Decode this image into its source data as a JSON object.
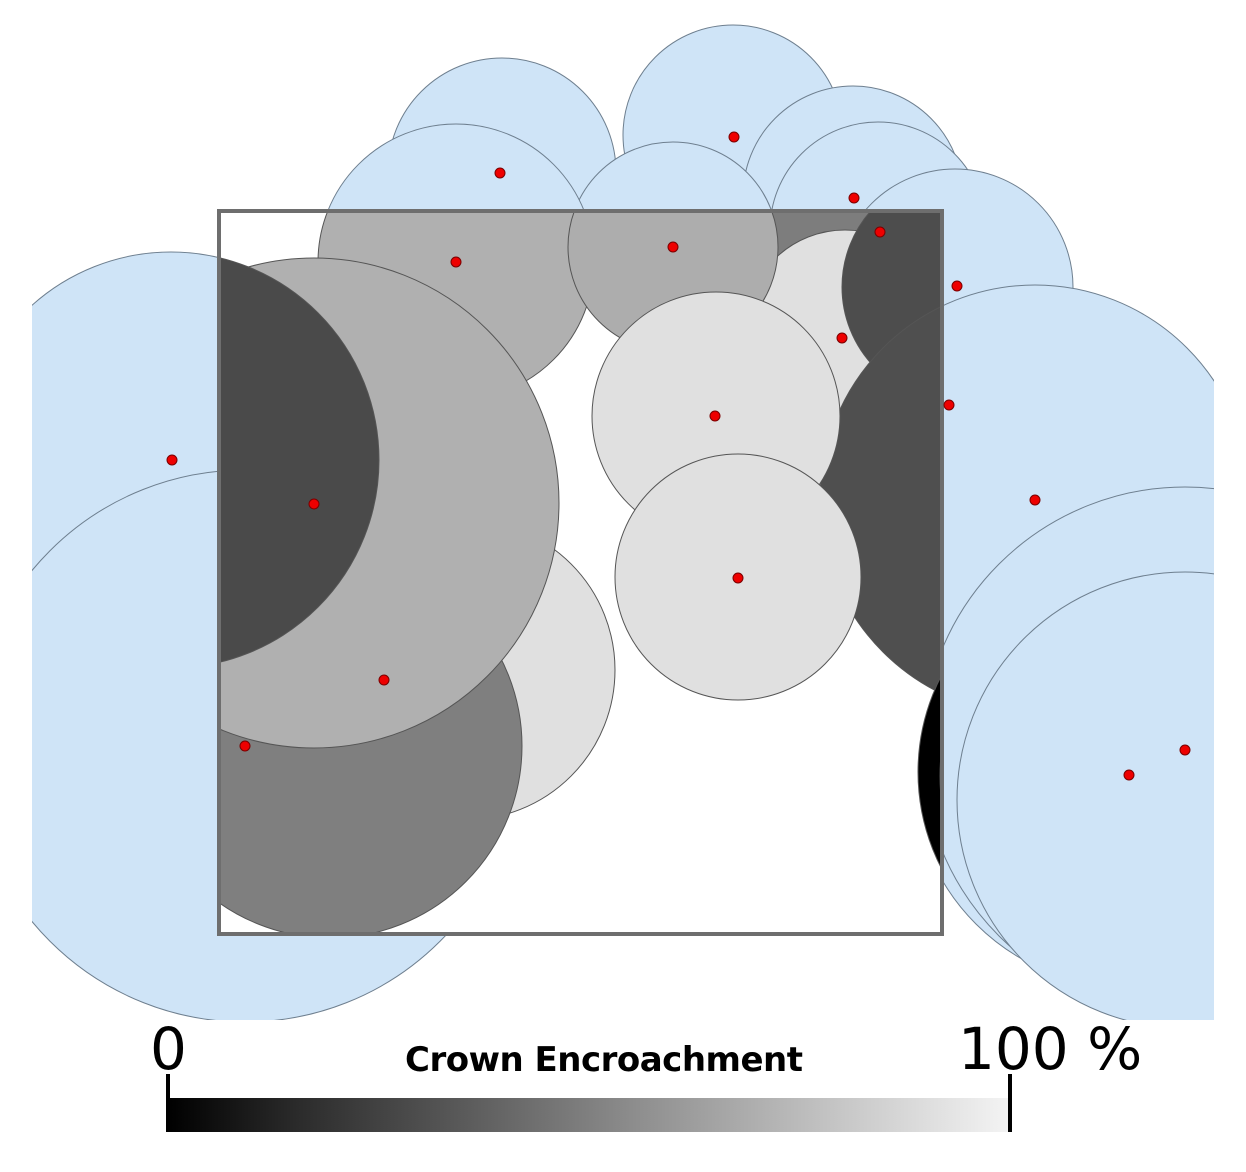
{
  "legend": {
    "title": "Crown Encroachment",
    "min_label": "0",
    "max_label": "100 %",
    "gradient_from": "#000000",
    "gradient_to": "#f4f4f4"
  },
  "colors": {
    "neighbor_crown": "#cfe4f7",
    "crown_outline": "#555555",
    "stem_point": "#ee0000",
    "plot_boundary": "#6e6e6e"
  }
}
